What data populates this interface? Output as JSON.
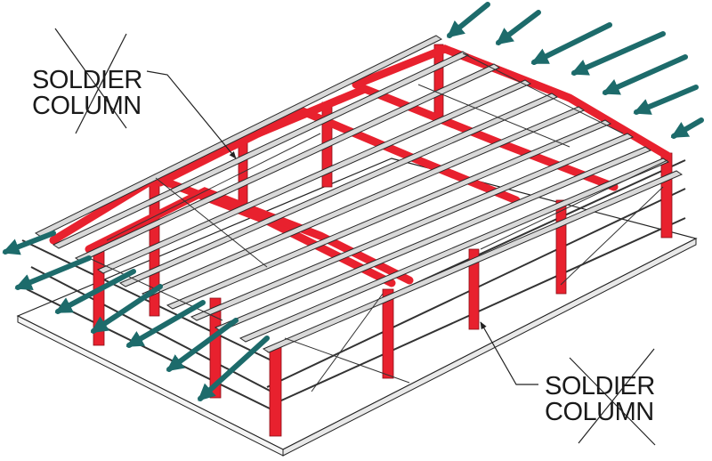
{
  "callouts": [
    {
      "id": "top-left",
      "lines": [
        "SOLDIER",
        "COLUMN"
      ],
      "crossed_out": true
    },
    {
      "id": "bottom-right",
      "lines": [
        "SOLDIER",
        "COLUMN"
      ],
      "crossed_out": true
    }
  ],
  "colors": {
    "steel_frame": "#e8212e",
    "steel_frame_dark": "#b3131d",
    "purlin_light": "#d9d9d9",
    "purlin_edge": "#2b2b2b",
    "wind_arrow": "#1d6b6b",
    "slab": "#ffffff",
    "outline": "#222222"
  },
  "icons": [
    "wind-arrow-icon",
    "cross-out-icon",
    "leader-arrow-icon"
  ]
}
